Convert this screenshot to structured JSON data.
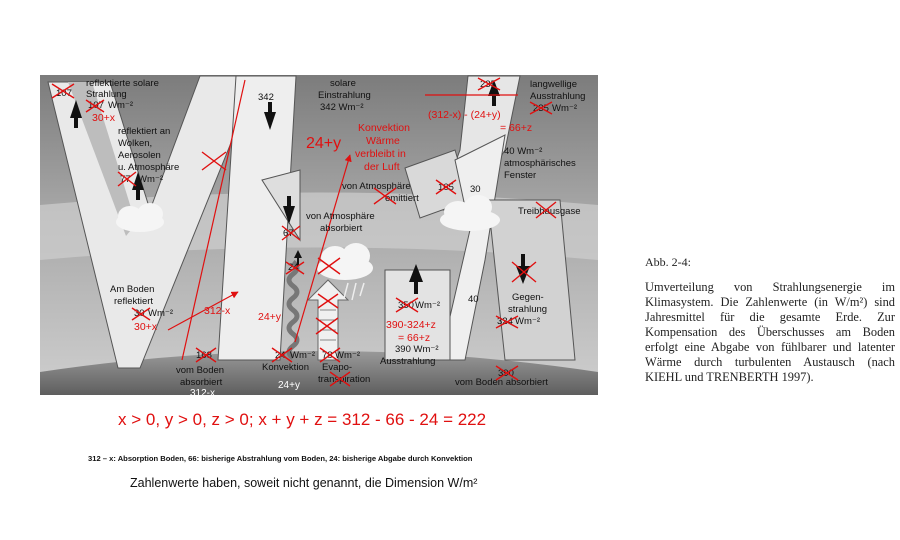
{
  "diagram": {
    "labels_black": [
      {
        "id": "reflected-solar",
        "text": "reflektierte solare",
        "x": 0,
        "y": 0
      },
      {
        "id": "strahlung",
        "text": "Strahlung"
      },
      {
        "id": "wm2-a",
        "text": "Wm⁻²"
      },
      {
        "id": "reflektiert-an",
        "text": "reflektiert an"
      },
      {
        "id": "wolken",
        "text": "Wolken,"
      },
      {
        "id": "aerosolen",
        "text": "Aerosolen"
      },
      {
        "id": "atmosphaere",
        "text": "u. Atmosphäre"
      },
      {
        "id": "wm2-b",
        "text": "Wm⁻²"
      },
      {
        "id": "342",
        "text": "342"
      },
      {
        "id": "solare",
        "text": "solare"
      },
      {
        "id": "einstrahlung",
        "text": "Einstrahlung"
      },
      {
        "id": "342-wm2",
        "text": "342 Wm⁻²"
      },
      {
        "id": "von-atm-emittiert-1",
        "text": "von Atmosphäre"
      },
      {
        "id": "von-atm-emittiert-2",
        "text": "emittiert"
      },
      {
        "id": "von-atm-absorbiert-1",
        "text": "von Atmosphäre"
      },
      {
        "id": "von-atm-absorbiert-2",
        "text": "absorbiert"
      },
      {
        "id": "langwellige",
        "text": "langwellige"
      },
      {
        "id": "ausstrahlung-top",
        "text": "Ausstrahlung"
      },
      {
        "id": "wm2-c",
        "text": "Wm⁻²"
      },
      {
        "id": "40-wm2",
        "text": "40 Wm⁻²"
      },
      {
        "id": "atm-fenster-1",
        "text": "atmosphärisches"
      },
      {
        "id": "atm-fenster-2",
        "text": "Fenster"
      },
      {
        "id": "treibhausgase",
        "text": "Treibhausgase"
      },
      {
        "id": "am-boden",
        "text": "Am Boden"
      },
      {
        "id": "reflektiert",
        "text": "reflektiert"
      },
      {
        "id": "wm2-d",
        "text": "Wm⁻²"
      },
      {
        "id": "gegen",
        "text": "Gegen-"
      },
      {
        "id": "strahlung-gegen",
        "text": "strahlung"
      },
      {
        "id": "wm2-gegen",
        "text": "Wm⁻²"
      },
      {
        "id": "wm2-e",
        "text": "Wm⁻²"
      },
      {
        "id": "40",
        "text": "40"
      },
      {
        "id": "390-wm2",
        "text": "390 Wm⁻²"
      },
      {
        "id": "ausstrahlung-bottom",
        "text": "Ausstrahlung"
      },
      {
        "id": "wm2-f",
        "text": "Wm⁻²"
      },
      {
        "id": "wm2-g",
        "text": "Wm⁻²"
      },
      {
        "id": "konvektion",
        "text": "Konvektion"
      },
      {
        "id": "evapo",
        "text": "Evapo-"
      },
      {
        "id": "transpiration",
        "text": "transpiration"
      },
      {
        "id": "vom-boden-abs-1",
        "text": "vom Boden"
      },
      {
        "id": "vom-boden-abs-2",
        "text": "absorbiert"
      },
      {
        "id": "vom-boden-abs-r",
        "text": "vom Boden absorbiert"
      }
    ],
    "struck_numbers": {
      "n107a": "107",
      "n107b": "107",
      "n77": "77",
      "n30": "30",
      "n235": "235",
      "n235b": "235",
      "n165": "165",
      "n30b": "30",
      "n67": "67",
      "n24a": "24",
      "n24b": "24",
      "n78": "78",
      "n168": "168",
      "n350": "350",
      "n324": "324",
      "n390": "390"
    },
    "labels_red": {
      "r30x": "30+x",
      "r312x24y": "(312-x) - (24+y)",
      "r66z_top": "= 66+z",
      "rkonv1": "Konvektion",
      "rkonv2": "Wärme",
      "rkonv3": "verbleibt in",
      "rkonv4": "der Luft",
      "r24y_big": "24+y",
      "r312x_left": "312-x",
      "r30x_bottom": "30+x",
      "r24y_mid": "24+y",
      "r390": "390-324+z",
      "r66z": "= 66+z"
    },
    "labels_white": {
      "w312x": "312-x",
      "w24y": "24+y"
    }
  },
  "caption": {
    "fig": "Abb. 2-4:",
    "text": "Umverteilung von Strahlungsenergie im Klimasystem. Die Zahlenwerte (in W/m²) sind Jahresmittel für die gesamte Erde. Zur Kompensation des Überschusses am Boden erfolgt eine Abgabe von fühlbarer und latenter Wärme durch turbulenten Austausch (nach KIEHL und TRENBERTH 1997)."
  },
  "equation": "x > 0, y > 0, z > 0;    x + y + z = 312 - 66 - 24 = 222",
  "note_small": "312 – x: Absorption Boden, 66: bisherige Abstrahlung vom Boden, 24: bisherige Abgabe durch Konvektion",
  "note": "Zahlenwerte haben, soweit nicht genannt, die Dimension W/m²",
  "colors": {
    "red": "#e01010",
    "sky": "#8a8a8a",
    "band": "#d6d6d6",
    "ground": "#6e6e6e"
  }
}
